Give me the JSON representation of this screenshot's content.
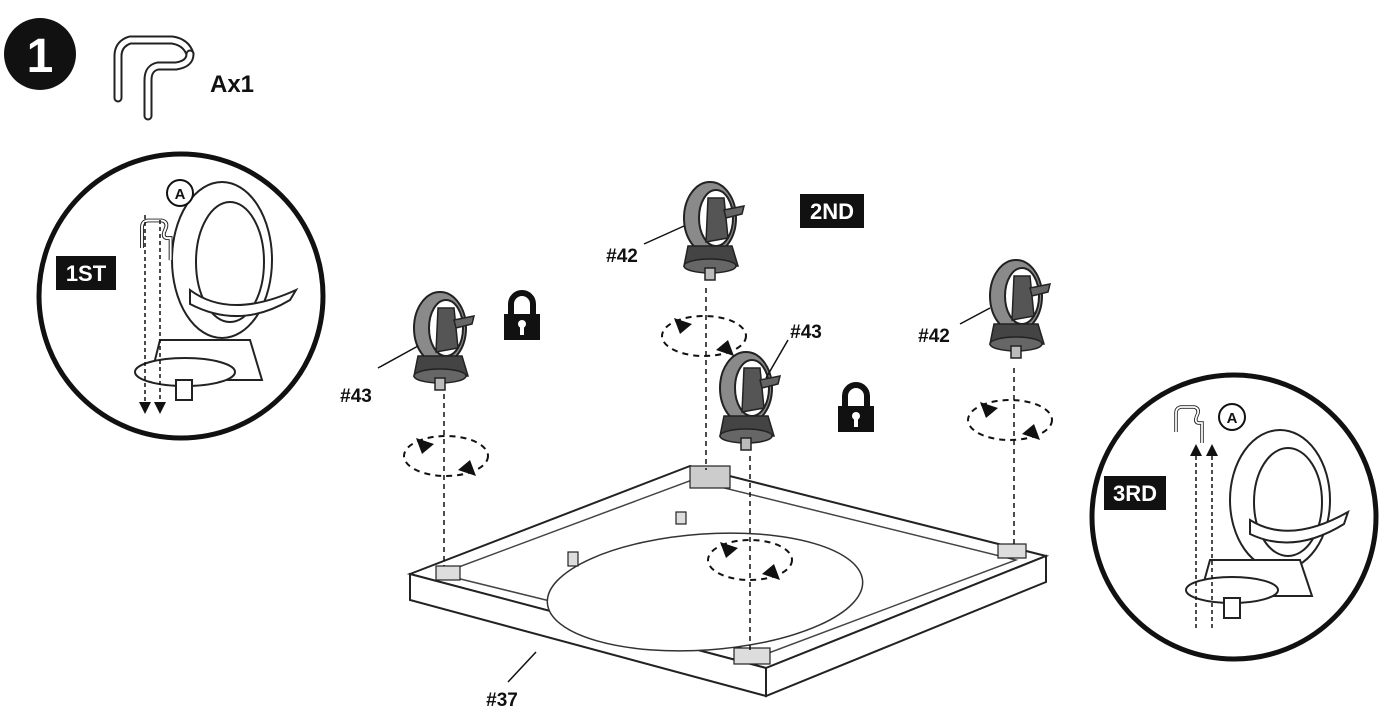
{
  "step": {
    "number": "1"
  },
  "part": {
    "quantity_label": "Ax1",
    "circle_letter": "A"
  },
  "order_tags": {
    "first": "1ST",
    "second": "2ND",
    "third": "3RD"
  },
  "part_labels": {
    "caster_43_left": "#43",
    "caster_42_top": "#42",
    "caster_43_center": "#43",
    "caster_42_right": "#42",
    "base": "#37"
  },
  "icons": [
    "lock-icon",
    "rotate-arrow-icon",
    "caster-wheel-icon",
    "key-tool-icon"
  ]
}
